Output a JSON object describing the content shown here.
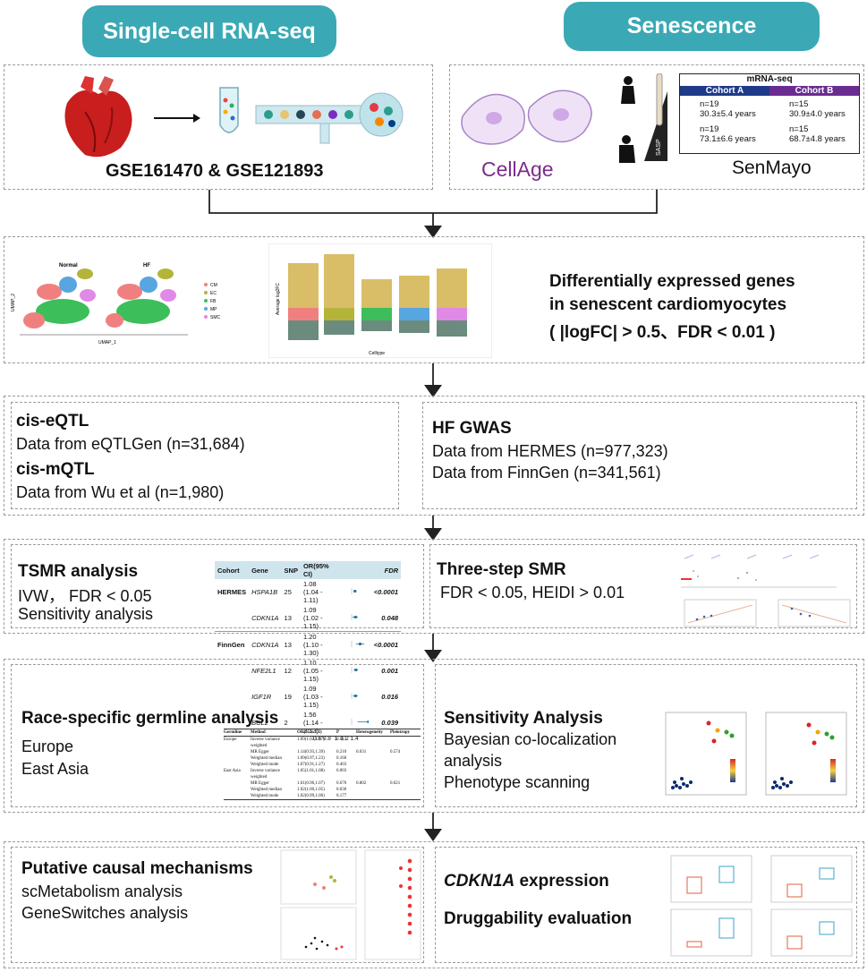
{
  "header": {
    "left": "Single-cell RNA-seq",
    "right": "Senescence"
  },
  "row1": {
    "datasets": "GSE161470 & GSE121893",
    "cellage": "CellAge",
    "senmayo": "SenMayo",
    "saspLabel": "SASP",
    "mrna": {
      "title": "mRNA-seq",
      "cohortA": "Cohort A",
      "cohortB": "Cohort B",
      "a1": "n=19",
      "a1b": "30.3±5.4 years",
      "a2": "n=19",
      "a2b": "73.1±6.6 years",
      "b1": "n=15",
      "b1b": "30.9±4.0 years",
      "b2": "n=15",
      "b2b": "68.7±4.8 years"
    }
  },
  "row2": {
    "line1": "Differentially expressed genes",
    "line2": "in senescent cardiomyocytes",
    "line3": "( |logFC| > 0.5、FDR < 0.01 )",
    "umapNormal": "Normal",
    "umapHF": "HF",
    "umapX": "UMAP_1",
    "umapY": "UMAP_2",
    "legend": [
      "CM",
      "EC",
      "FB",
      "MP",
      "SMC"
    ],
    "volcanoX": "Celltype",
    "volcanoY": "Average log2FC"
  },
  "row3": {
    "eqtlTitle": "cis-eQTL",
    "eqtlText": "Data from eQTLGen (n=31,684)",
    "mqtlTitle": "cis-mQTL",
    "mqtlText": "Data from Wu et al (n=1,980)",
    "gwasTitle": "HF GWAS",
    "gwas1": "Data from HERMES (n=977,323)",
    "gwas2": "Data from FinnGen (n=341,561)"
  },
  "row4": {
    "tsmrTitle": "TSMR analysis",
    "tsmr1": "IVW， FDR < 0.05",
    "tsmr2": "Sensitivity analysis",
    "smrTitle": "Three-step SMR",
    "smr1": "FDR < 0.05, HEIDI > 0.01",
    "forest": {
      "headers": [
        "Cohort",
        "Gene",
        "SNP",
        "OR(95% CI)",
        "FDR"
      ],
      "rows": [
        {
          "cohort": "HERMES",
          "gene": "HSPA1B",
          "snp": "25",
          "or": "1.08 (1.04 - 1.11)",
          "fdr": "<0.0001",
          "est": 1.08,
          "lo": 1.04,
          "hi": 1.11
        },
        {
          "cohort": "",
          "gene": "CDKN1A",
          "snp": "13",
          "or": "1.09 (1.02 - 1.15)",
          "fdr": "0.048",
          "est": 1.09,
          "lo": 1.02,
          "hi": 1.15
        },
        {
          "cohort": "FinnGen",
          "gene": "CDKN1A",
          "snp": "13",
          "or": "1.20 (1.10 - 1.30)",
          "fdr": "<0.0001",
          "est": 1.2,
          "lo": 1.1,
          "hi": 1.3
        },
        {
          "cohort": "",
          "gene": "NFE2L1",
          "snp": "12",
          "or": "1.10 (1.05 - 1.15)",
          "fdr": "0.001",
          "est": 1.1,
          "lo": 1.05,
          "hi": 1.15
        },
        {
          "cohort": "",
          "gene": "IGF1R",
          "snp": "19",
          "or": "1.09 (1.03 - 1.15)",
          "fdr": "0.016",
          "est": 1.09,
          "lo": 1.03,
          "hi": 1.15
        },
        {
          "cohort": "",
          "gene": "BCL2",
          "snp": "2",
          "or": "1.56 (1.14 - 2.13)",
          "fdr": "0.039",
          "est": 1.56,
          "lo": 1.14,
          "hi": 2.13
        }
      ],
      "axis": "0.6 0.8  1  1.2 1.4"
    }
  },
  "row5": {
    "raceTitle": "Race-specific germline analysis",
    "race1": "Europe",
    "race2": "East Asia",
    "sensTitle": "Sensitivity Analysis",
    "sens1": "Bayesian co-localization",
    "sens2": "analysis",
    "sens3": "Phenotype scanning",
    "table": {
      "headers": [
        "Germline",
        "Method",
        "OR(95% CI)",
        "P",
        "Heterogeneity",
        "Pleiotropy"
      ],
      "rows": [
        [
          "Europe",
          "Inverse variance weighted",
          "1.09(1.02,1.17)",
          "0.013",
          "",
          ""
        ],
        [
          "",
          "MR Egger",
          "1.14(0.93,1.39)",
          "0.210",
          "0.031",
          "0.574"
        ],
        [
          "",
          "Weighted median",
          "1.09(0.97,1.23)",
          "0.160",
          "",
          ""
        ],
        [
          "",
          "Weighted mode",
          "1.07(0.91,1.27)",
          "0.403",
          "",
          ""
        ],
        [
          "East Asia",
          "Inverse variance weighted",
          "1.05(1.01,1.08)",
          "0.003",
          "",
          ""
        ],
        [
          "",
          "MR Egger",
          "1.01(0.96,1.07)",
          "0.670",
          "0.802",
          "0.021"
        ],
        [
          "",
          "Weighted median",
          "1.02(1.00,1.05)",
          "0.030",
          "",
          ""
        ],
        [
          "",
          "Weighted mode",
          "1.02(0.99,1.06)",
          "0.177",
          "",
          ""
        ]
      ]
    }
  },
  "row6": {
    "mechTitle": "Putative causal mechanisms",
    "mech1": "scMetabolism analysis",
    "mech2": "GeneSwitches analysis",
    "cdknTitleItalic": "CDKN1A",
    "cdknTitleRest": " expression",
    "drugTitle": "Druggability evaluation"
  },
  "colors": {
    "accent": "#3aa9b5",
    "border": "#9a9a9a",
    "navy": "#1f3a8a"
  }
}
